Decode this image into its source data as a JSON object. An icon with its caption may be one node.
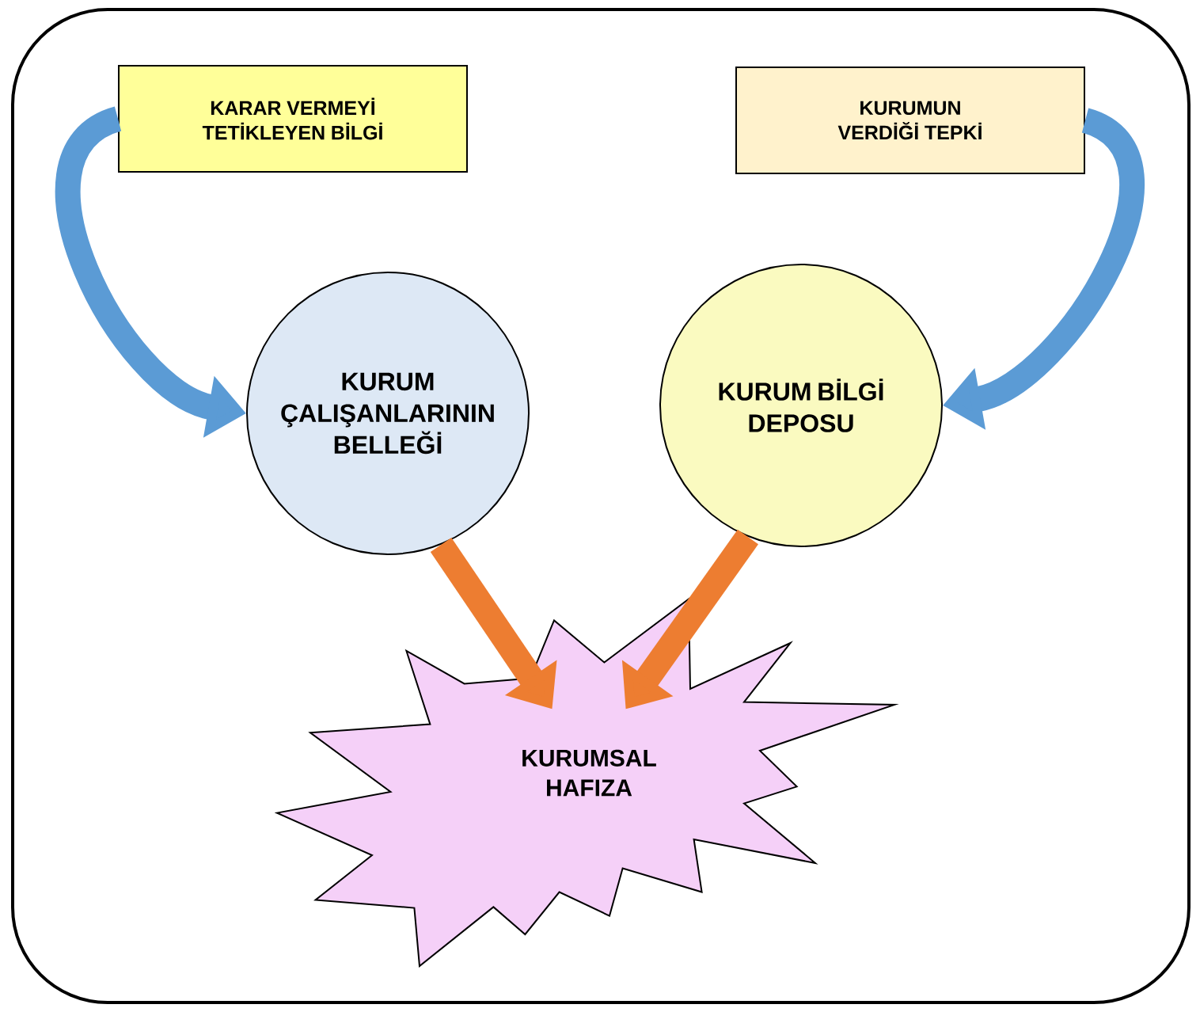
{
  "diagram": {
    "nodes": [
      {
        "text": [
          "KARAR VERMEYİ TETİKLEYEN BİLGİ"
        ]
      },
      {
        "text": [
          "KURUMUN VERDİĞİ TEPKİ"
        ]
      },
      {
        "text": [
          "KURUM ÇALIŞANLARININ BELLEĞİ"
        ]
      },
      {
        "text": [
          "KURUM BİLGİ DEPOSU"
        ]
      },
      {
        "text": [
          "KURUMSAL HAFIZA"
        ]
      }
    ],
    "edges": [
      {
        "from": 0,
        "to": 2,
        "arrow": "to",
        "color": "#5b9bd5"
      },
      {
        "from": 1,
        "to": 3,
        "arrow": "to",
        "color": "#5b9bd5"
      },
      {
        "from": 2,
        "to": 4,
        "arrow": "to",
        "color": "#ed7d31"
      },
      {
        "from": 3,
        "to": 4,
        "arrow": "to",
        "color": "#ed7d31"
      }
    ]
  }
}
